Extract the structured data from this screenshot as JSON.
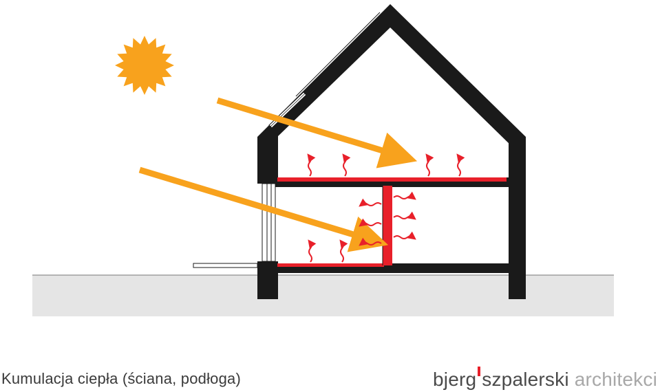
{
  "caption": "Kumulacja ciepła (ściana, podłoga)",
  "logo": {
    "part1": "bjerg",
    "part2": "szpalerski",
    "part3": "architekci"
  },
  "colors": {
    "sun": "#f8a21d",
    "arrow": "#f8a21d",
    "structure": "#1a1a1a",
    "heat": "#e8202a",
    "ground": "#e5e5e5",
    "logo_dark": "#4a4a4a",
    "logo_light": "#a8a8a8"
  },
  "icons": {
    "sun": "sun-icon",
    "sunlight": "sunlight-arrow-icon",
    "heat_up": "heat-wave-up-icon",
    "heat_left": "heat-wave-left-icon",
    "heat_right": "heat-wave-right-icon"
  }
}
